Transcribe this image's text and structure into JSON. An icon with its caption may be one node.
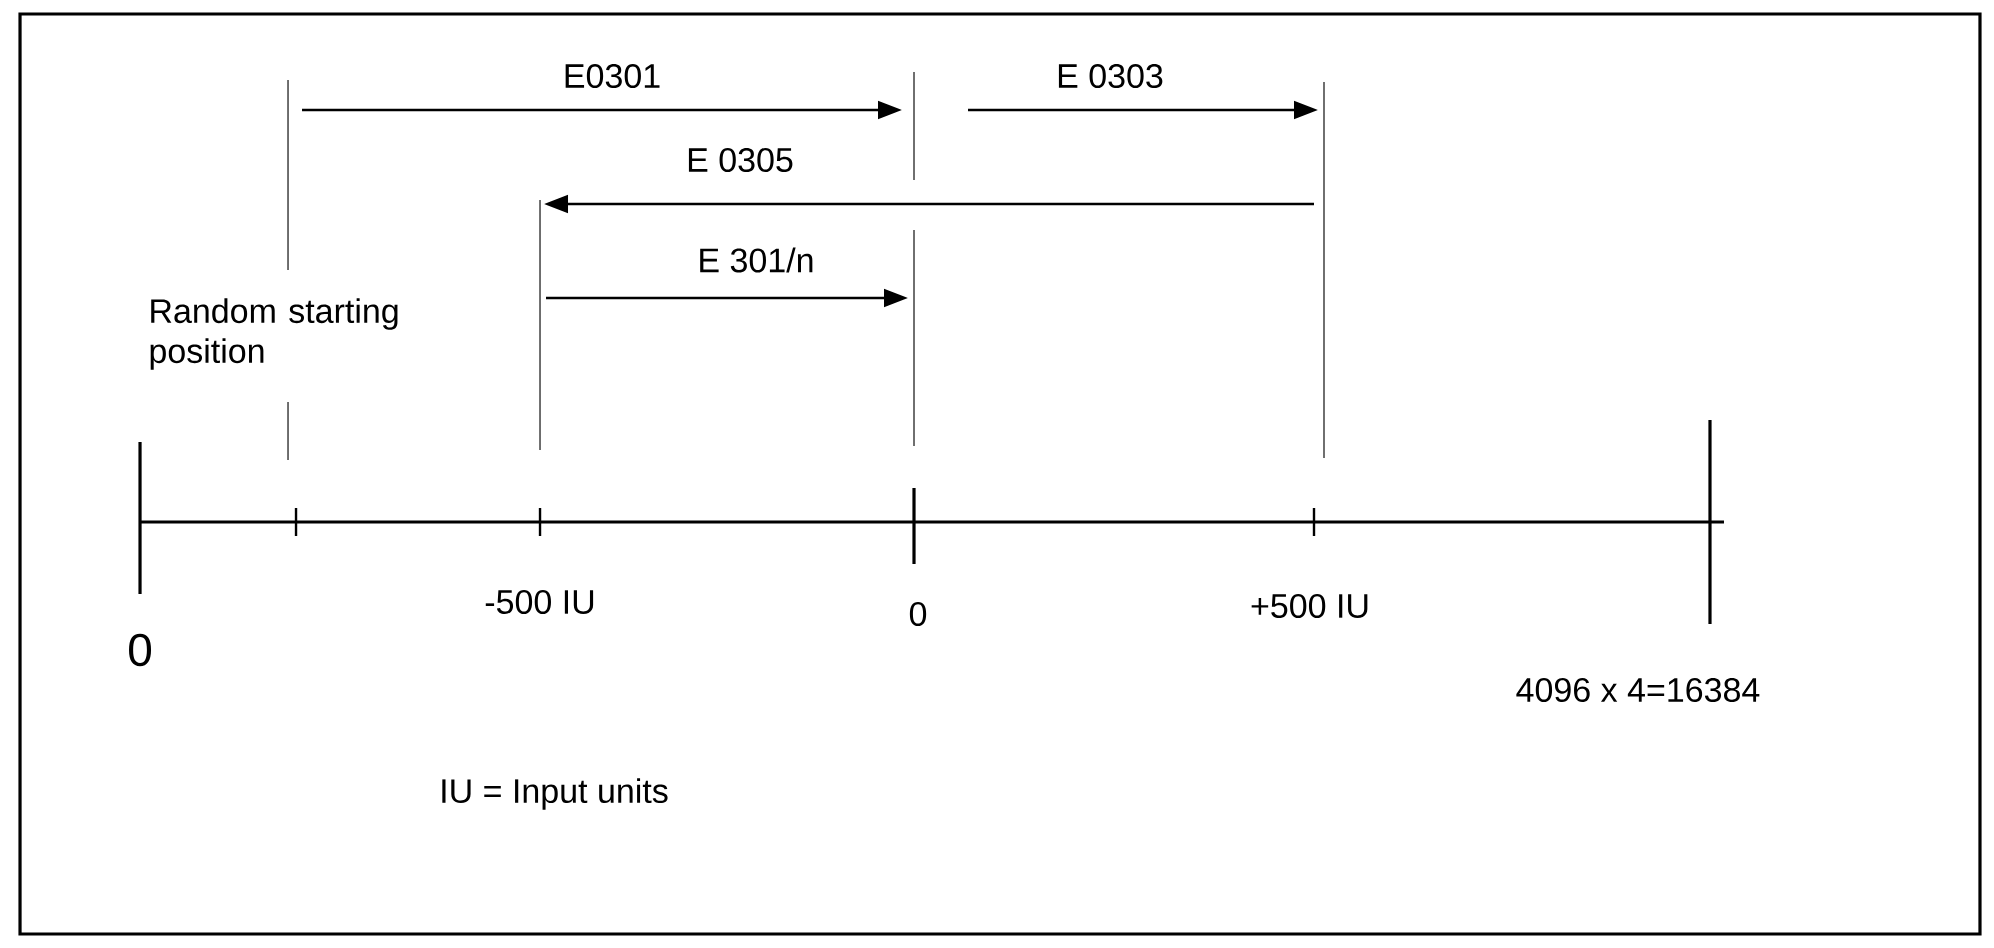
{
  "diagram": {
    "labels": [
      "E0301",
      "E 0303",
      "E 0305",
      "E 301/n",
      "Random starting position",
      "0",
      "-500 IU",
      "0",
      "+500 IU",
      "4096 x 4=16384",
      "IU = Input units"
    ]
  }
}
